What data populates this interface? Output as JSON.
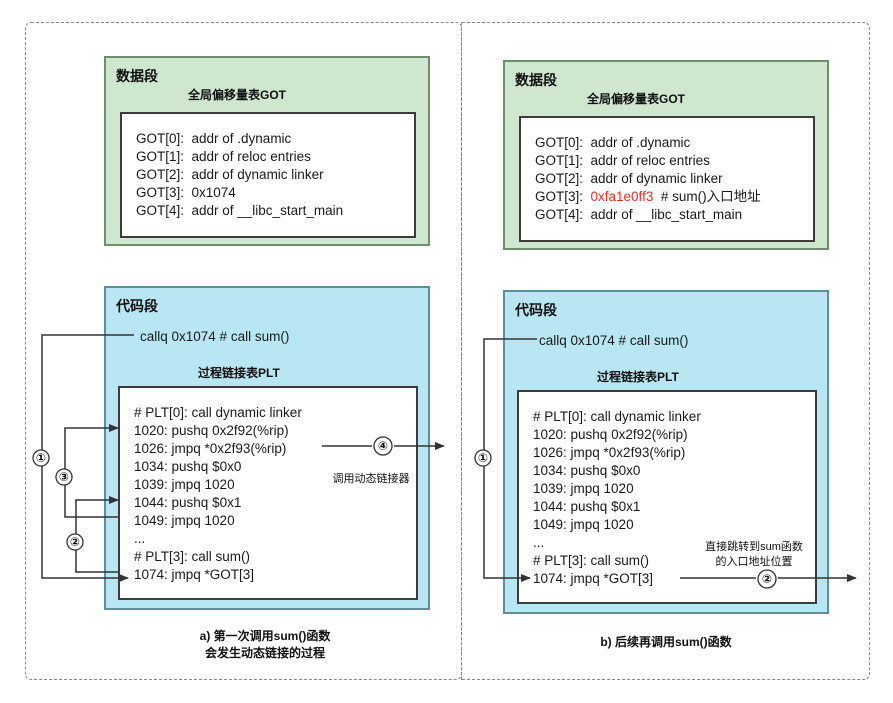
{
  "left": {
    "data_segment": {
      "title": "数据段",
      "got_title": "全局偏移量表GOT",
      "entries": [
        "GOT[0]:  addr of .dynamic",
        "GOT[1]:  addr of reloc entries",
        "GOT[2]:  addr of dynamic linker",
        "GOT[3]:  0x1074",
        "GOT[4]:  addr of __libc_start_main"
      ]
    },
    "code_segment": {
      "title": "代码段",
      "call_line": "callq 0x1074 # call sum()",
      "plt_title": "过程链接表PLT",
      "plt_lines": [
        "# PLT[0]: call dynamic linker",
        "1020: pushq 0x2f92(%rip)",
        "1026: jmpq *0x2f93(%rip)",
        "1034: pushq $0x0",
        "1039: jmpq 1020",
        "1044: pushq $0x1",
        "1049: jmpq 1020",
        "...",
        "# PLT[3]: call sum()",
        "1074: jmpq *GOT[3]"
      ]
    },
    "markers": {
      "m1": "①",
      "m2": "②",
      "m3": "③",
      "m4": "④"
    },
    "note": "调用动态链接器",
    "caption_line1": "a) 第一次调用sum()函数",
    "caption_line2": "会发生动态链接的过程"
  },
  "right": {
    "data_segment": {
      "title": "数据段",
      "got_title": "全局偏移量表GOT",
      "entries": [
        "GOT[0]:  addr of .dynamic",
        "GOT[1]:  addr of reloc entries",
        "GOT[2]:  addr of dynamic linker"
      ],
      "got3_prefix": "GOT[3]:  ",
      "got3_value": "0xfa1e0ff3",
      "got3_comment": "  # sum()入口地址",
      "got4": "GOT[4]:  addr of __libc_start_main"
    },
    "code_segment": {
      "title": "代码段",
      "call_line": "callq 0x1074 # call sum()",
      "plt_title": "过程链接表PLT",
      "plt_lines": [
        "# PLT[0]: call dynamic linker",
        "1020: pushq 0x2f92(%rip)",
        "1026: jmpq *0x2f93(%rip)",
        "1034: pushq $0x0",
        "1039: jmpq 1020",
        "1044: pushq $0x1",
        "1049: jmpq 1020",
        "...",
        "# PLT[3]: call sum()",
        "1074: jmpq *GOT[3]"
      ]
    },
    "markers": {
      "m1": "①",
      "m2": "②"
    },
    "note_line1": "直接跳转到sum函数",
    "note_line2": "的入口地址位置",
    "caption": "b) 后续再调用sum()函数"
  },
  "colors": {
    "data_segment_bg": "#cfe6cf",
    "code_segment_bg": "#b8e6f2",
    "highlight": "#e0301e"
  }
}
